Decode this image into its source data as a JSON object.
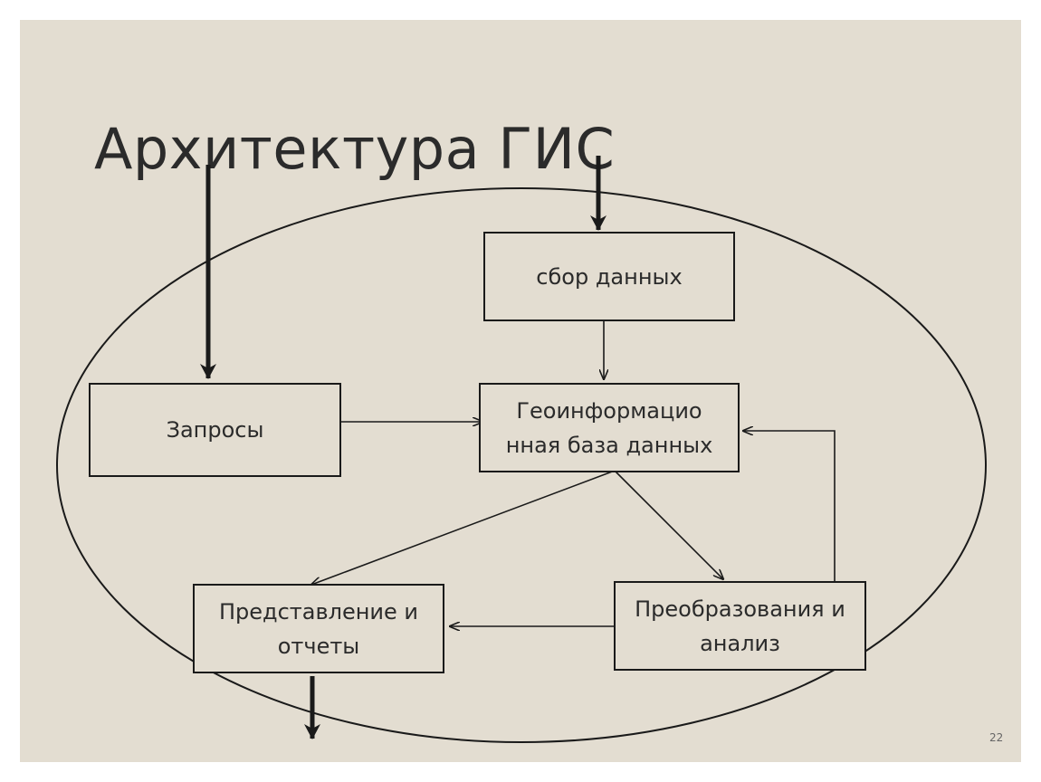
{
  "slide": {
    "title": "Архитектура ГИС",
    "page_number": "22"
  },
  "nodes": {
    "data_collection": "сбор данных",
    "queries": "Запросы",
    "geodatabase": "Геоинформацио нная база данных",
    "presentation": "Представление и отчеты",
    "transformation": "Преобразования и анализ"
  },
  "colors": {
    "background": "#e3ddd1",
    "stroke": "#1a1a1a",
    "text": "#2b2b2b"
  }
}
